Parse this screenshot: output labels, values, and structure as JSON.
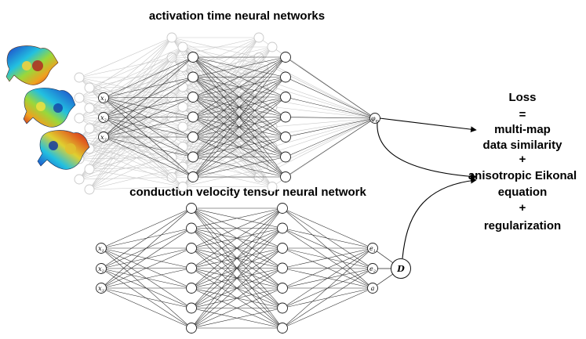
{
  "titles": {
    "activation": "activation time neural networks",
    "conduction": "conduction velocity tensor neural network"
  },
  "inputs": [
    {
      "base": "x",
      "sub": "1"
    },
    {
      "base": "x",
      "sub": "2"
    },
    {
      "base": "x",
      "sub": "3"
    }
  ],
  "activation_output": {
    "base": "φ",
    "sub": "m"
  },
  "conduction_outputs": [
    {
      "base": "e",
      "sub": "1"
    },
    {
      "base": "e",
      "sub": "2"
    },
    {
      "base": "a",
      "sub": ""
    }
  ],
  "tensor_node": "D",
  "loss_lines": [
    "Loss",
    "=",
    "multi-map",
    "data similarity",
    "+",
    "anisotropic Eikonal",
    "equation",
    "+",
    "regularization"
  ],
  "colors": {
    "edge_dark": "#2a2a2a",
    "edge_light": "#c8c8c8",
    "heart_early": "#c81e1e",
    "heart_late": "#1e3cc8"
  },
  "heart_icons": [
    "heart-map-1",
    "heart-map-2",
    "heart-map-3"
  ]
}
